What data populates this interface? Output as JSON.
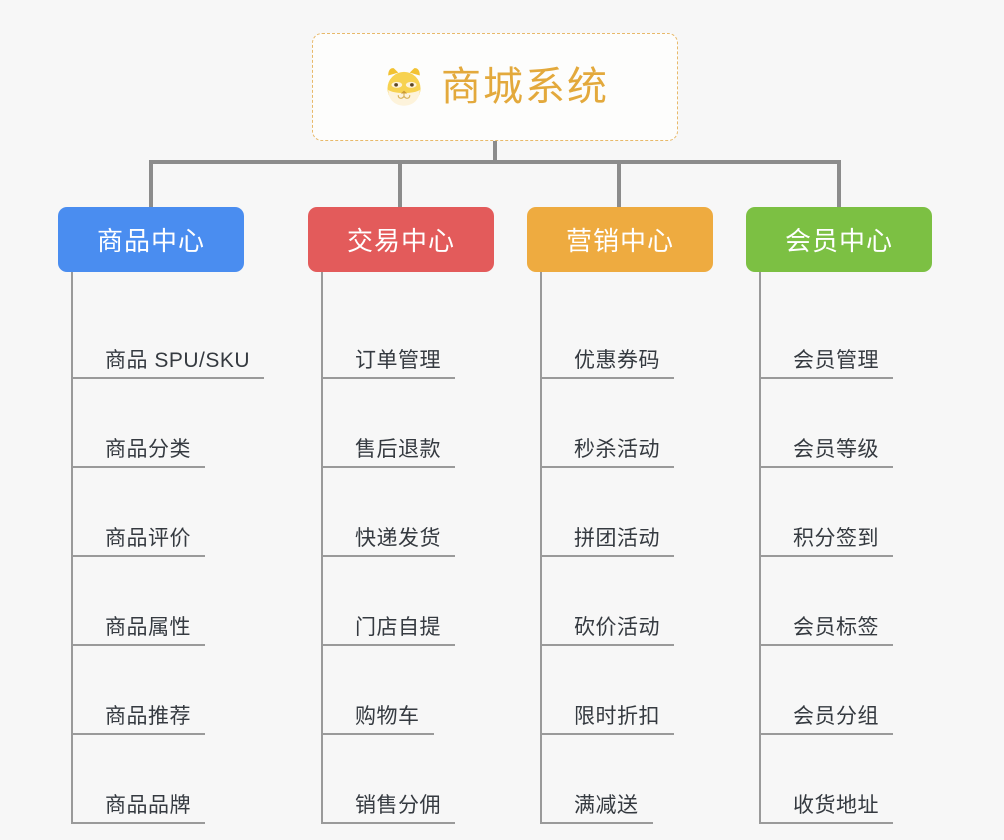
{
  "page": {
    "background_color": "#f7f7f7",
    "line_color": "#8c8c8c",
    "leaf_line_color": "#9a9a9a",
    "leaf_text_color": "#353a40"
  },
  "root": {
    "title": "商城系统",
    "icon": "shiba-dog-face-icon",
    "title_color": "#e3a93c",
    "border_color": "#e8b96a",
    "border_style": "dashed"
  },
  "branches": [
    {
      "label": "商品中心",
      "color": "#4a8df0",
      "items": [
        "商品 SPU/SKU",
        "商品分类",
        "商品评价",
        "商品属性",
        "商品推荐",
        "商品品牌"
      ]
    },
    {
      "label": "交易中心",
      "color": "#e35b5b",
      "items": [
        "订单管理",
        "售后退款",
        "快递发货",
        "门店自提",
        "购物车",
        "销售分佣"
      ]
    },
    {
      "label": "营销中心",
      "color": "#eeab40",
      "items": [
        "优惠券码",
        "秒杀活动",
        "拼团活动",
        "砍价活动",
        "限时折扣",
        "满减送"
      ]
    },
    {
      "label": "会员中心",
      "color": "#7cc043",
      "items": [
        "会员管理",
        "会员等级",
        "积分签到",
        "会员标签",
        "会员分组",
        "收货地址"
      ]
    }
  ]
}
